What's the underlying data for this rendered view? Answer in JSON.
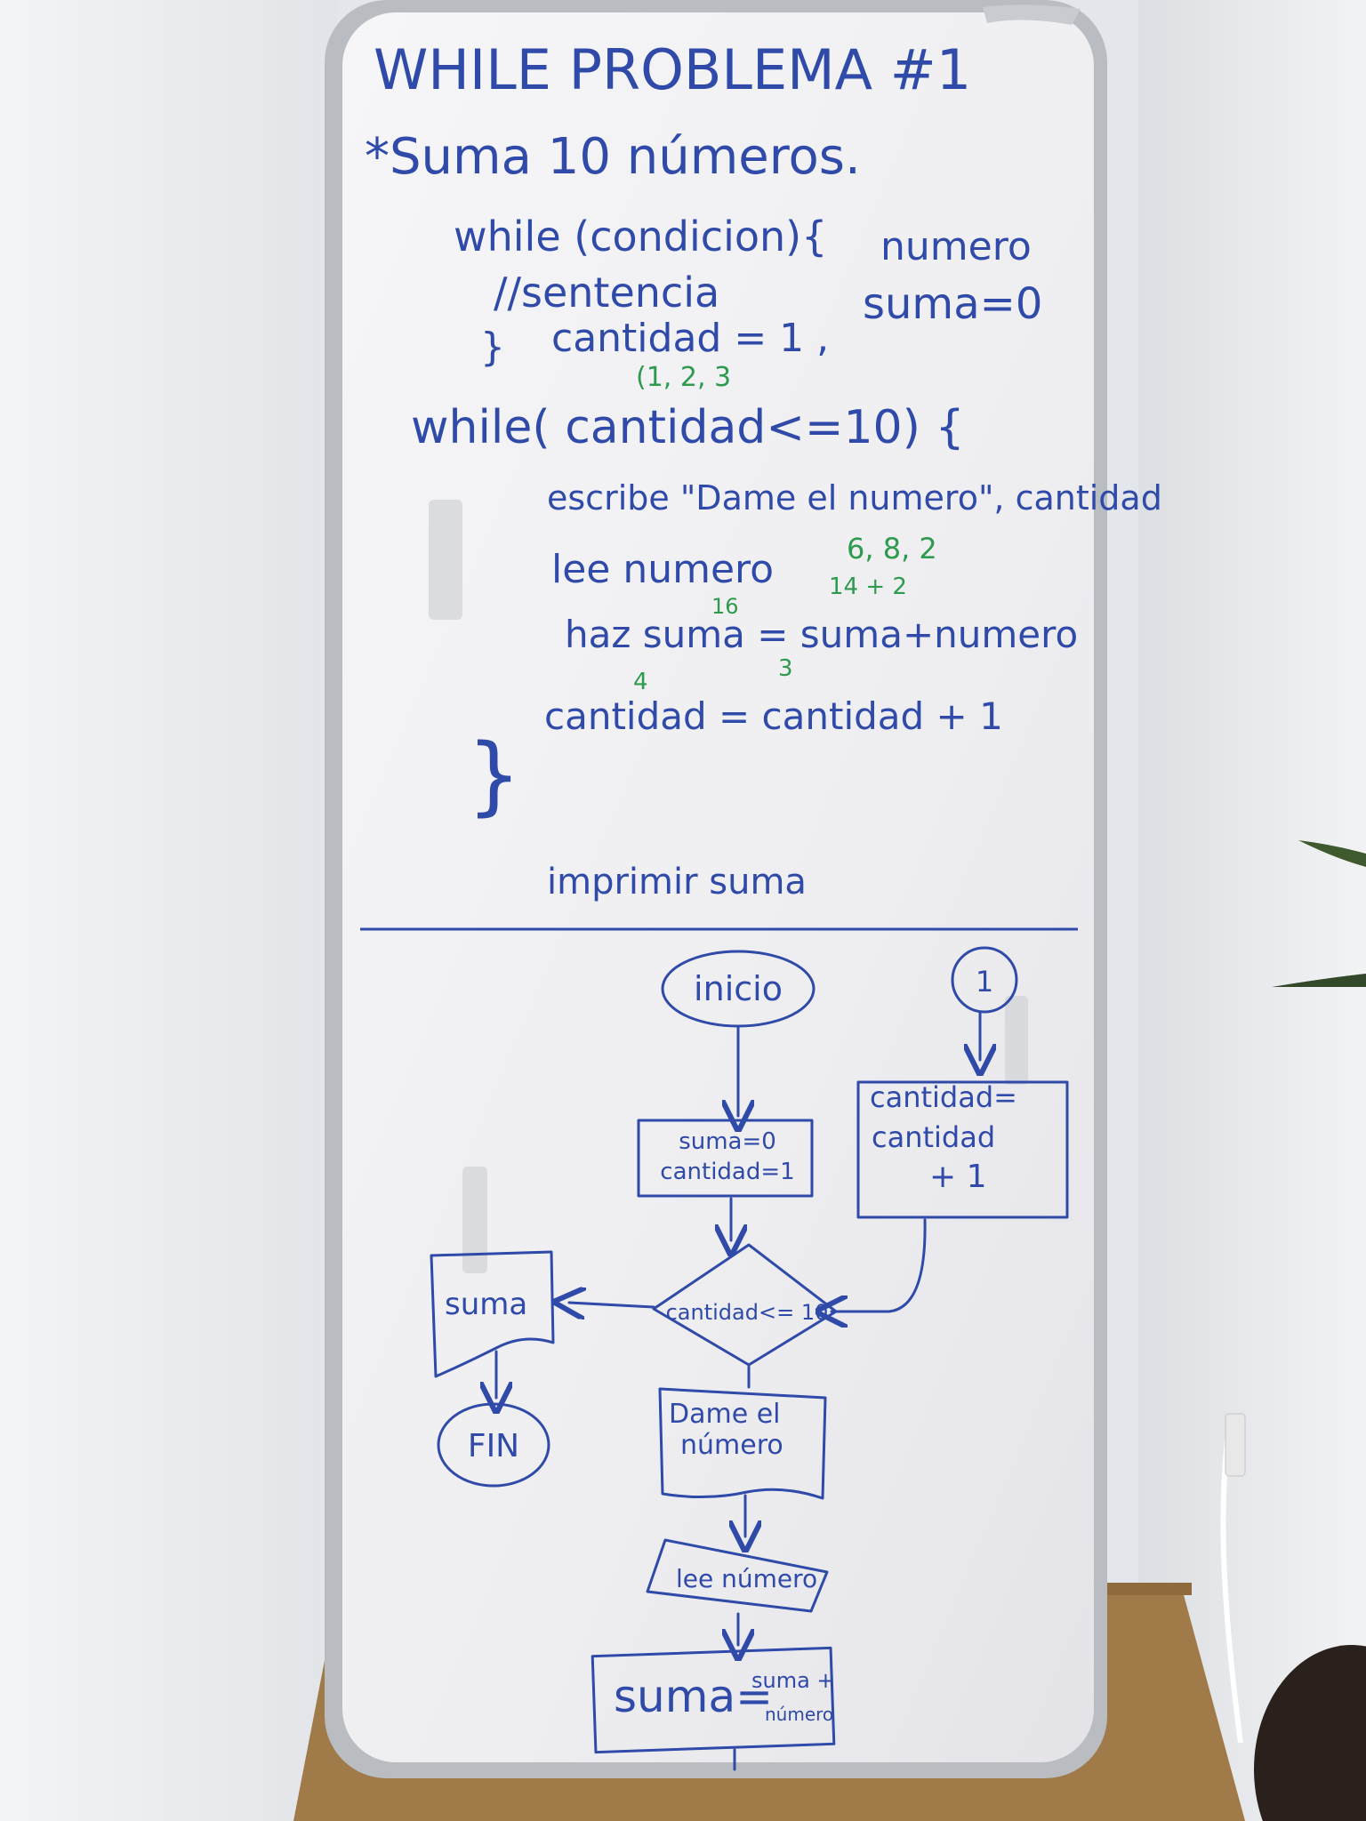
{
  "board": {
    "title": "WHILE PROBLEMA #1",
    "subtitle": "*Suma 10 números.",
    "code": {
      "syntax_line": "while (condicion){",
      "comment_line": "//sentencia",
      "close_brace": "}",
      "init_cantidad": "cantidad = 1 ,",
      "var_numero": "numero",
      "var_suma": "suma=0",
      "while_line": "while( cantidad<=10) {",
      "escribe_line": "escribe \"Dame el numero\", cantidad",
      "lee_line": "lee numero",
      "haz_line": "haz suma = suma+numero",
      "cantidad_line": "cantidad = cantidad + 1",
      "end_brace": "}",
      "imprimir_line": "imprimir suma"
    },
    "annotations": {
      "trace_cantidad": "(1, 2, 3",
      "trace_numero": "6, 8, 2",
      "trace_numero_sum": "14  +  2",
      "trace_suma": "16",
      "trace_cantidad_new": "4",
      "trace_cantidad_old": "3"
    },
    "flowchart": {
      "start": "inicio",
      "connector": "1",
      "init_box": [
        "suma=0",
        "cantidad=1"
      ],
      "increment_box": [
        "cantidad=",
        "cantidad",
        "+ 1"
      ],
      "decision": "cantidad<= 10",
      "output_suma": "suma",
      "end": "FIN",
      "prompt": [
        "Dame el",
        "número"
      ],
      "read_box": "lee número",
      "sum_box": [
        "suma=",
        "suma +",
        "número"
      ]
    }
  },
  "colors": {
    "ink": "#2f4aa8",
    "green_ink": "#2e9a4e",
    "board": "#f1f1f3",
    "frame": "#b9bcc1",
    "wall": "#e9ebee",
    "floor": "#a07a48"
  }
}
